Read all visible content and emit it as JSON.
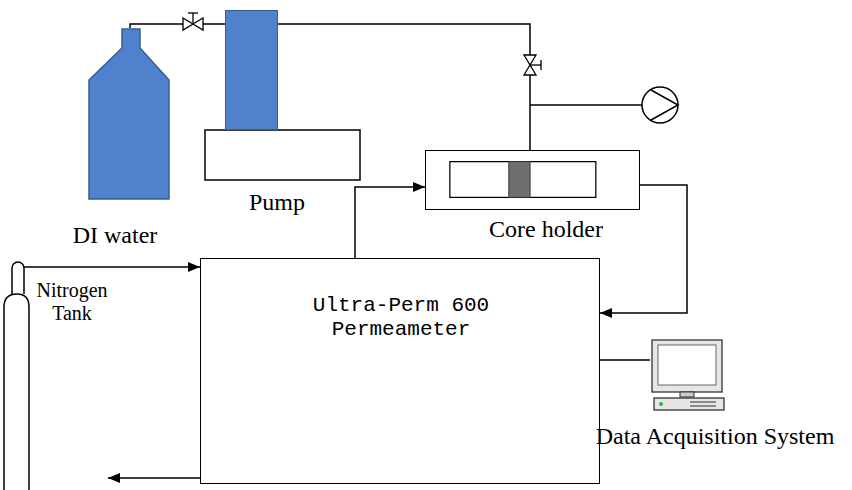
{
  "diagram": {
    "nodes": [
      {
        "text": [
          "DI water"
        ]
      },
      {
        "text": [
          "Pump"
        ]
      },
      {
        "text": [
          "Core holder"
        ]
      },
      {
        "text": [
          "Nitrogen Tank"
        ]
      },
      {
        "text": [
          "Ultra-Perm 600 Permeameter"
        ]
      },
      {
        "text": [
          "Data Acquisition System"
        ]
      }
    ],
    "edges": [
      {
        "from": 0,
        "to": 1,
        "arrow": "none"
      },
      {
        "from": 1,
        "to": 2,
        "arrow": "none"
      },
      {
        "from": 3,
        "to": 4,
        "arrow": "to"
      },
      {
        "from": 4,
        "to": 2,
        "arrow": "to"
      },
      {
        "from": 2,
        "to": 4,
        "arrow": "to"
      },
      {
        "from": 4,
        "to": 5,
        "arrow": "none"
      }
    ]
  }
}
